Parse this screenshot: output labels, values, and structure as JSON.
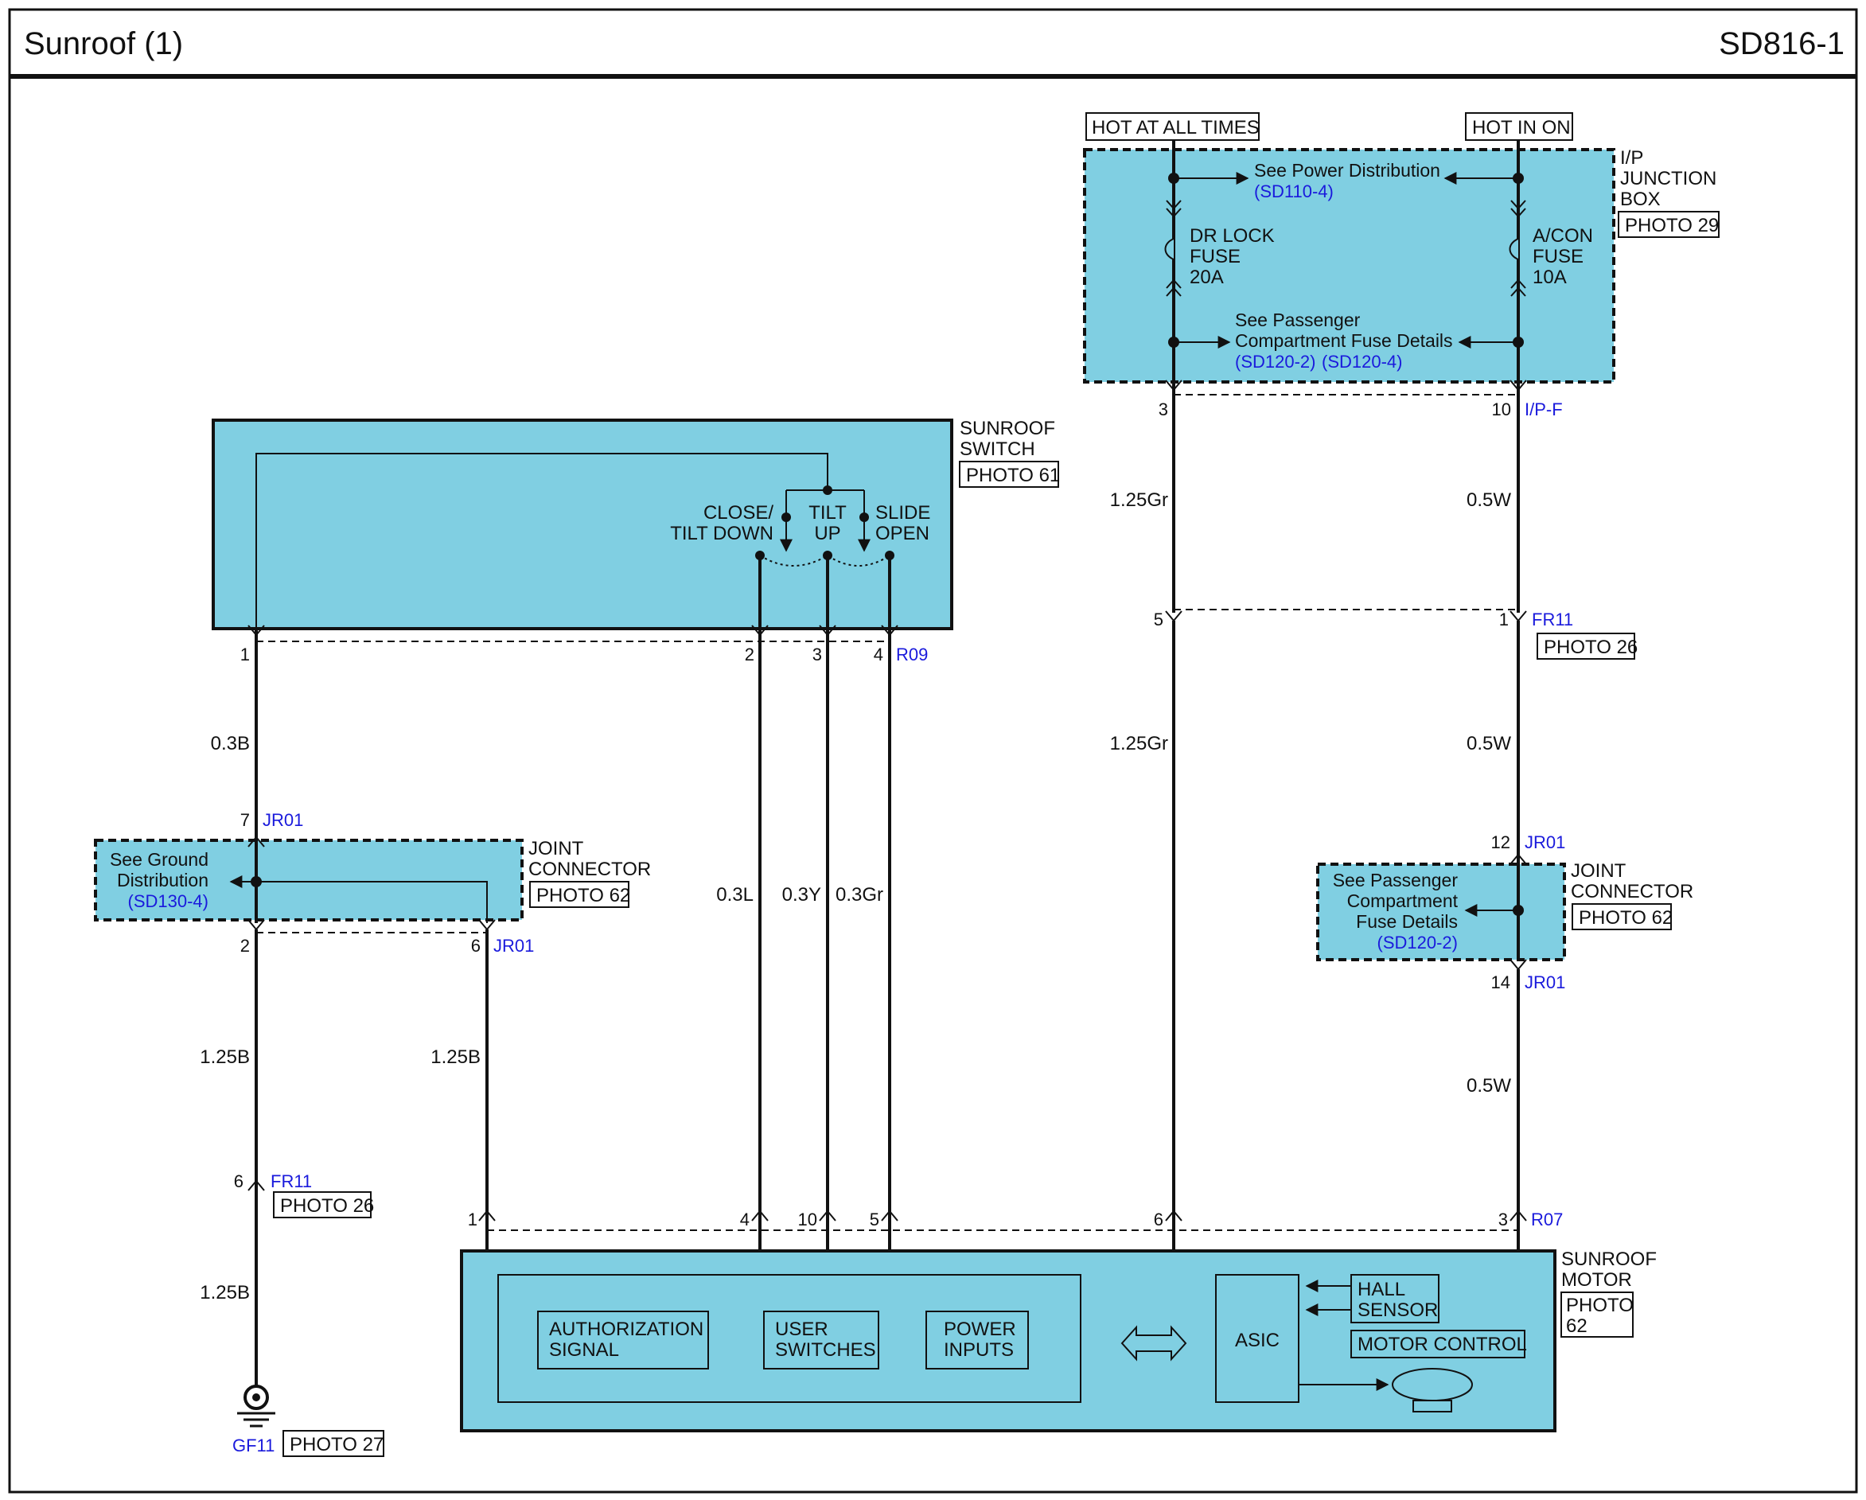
{
  "header": {
    "title": "Sunroof (1)",
    "code": "SD816-1"
  },
  "power": {
    "hot_at_all_times": "HOT AT ALL TIMES",
    "hot_in_on": "HOT IN ON",
    "junction_box": {
      "line1": "I/P",
      "line2": "JUNCTION",
      "line3": "BOX",
      "photo": "PHOTO 29"
    },
    "see_power_distribution": "See Power Distribution",
    "sd110_4": "(SD110-4)",
    "dr_lock_fuse": {
      "line1": "DR LOCK",
      "line2": "FUSE",
      "line3": "20A"
    },
    "acon_fuse": {
      "line1": "A/CON",
      "line2": "FUSE",
      "line3": "10A"
    },
    "see_passenger_1": "See Passenger",
    "see_passenger_2": "Compartment Fuse Details",
    "sd120_2": "(SD120-2)",
    "sd120_4": "(SD120-4)"
  },
  "switch": {
    "name1": "SUNROOF",
    "name2": "SWITCH",
    "photo": "PHOTO 61",
    "close1": "CLOSE/",
    "close2": "TILT DOWN",
    "tilt1": "TILT",
    "tilt2": "UP",
    "slide1": "SLIDE",
    "slide2": "OPEN",
    "connector": "R09"
  },
  "joint_left": {
    "see1": "See Ground",
    "see2": "Distribution",
    "ref": "(SD130-4)",
    "name1": "JOINT",
    "name2": "CONNECTOR",
    "photo": "PHOTO 62",
    "pin_top": "7",
    "pin_bl": "2",
    "pin_br": "6",
    "conn": "JR01"
  },
  "joint_right": {
    "see1": "See Passenger",
    "see2": "Compartment",
    "see3": "Fuse Details",
    "ref": "(SD120-2)",
    "name1": "JOINT",
    "name2": "CONNECTOR",
    "photo": "PHOTO 62",
    "pin_top": "12",
    "pin_bottom": "14",
    "conn": "JR01"
  },
  "connectors": {
    "ipf": "I/P-F",
    "fr11": "FR11",
    "fr11_photo": "PHOTO 26",
    "r07": "R07",
    "gf11": "GF11",
    "gf11_photo": "PHOTO 27"
  },
  "pins": {
    "ip_3": "3",
    "ip_10": "10",
    "fr_5": "5",
    "fr_1": "1",
    "sw_1": "1",
    "sw_2": "2",
    "sw_3": "3",
    "sw_4": "4",
    "gnd_6": "6",
    "m_1": "1",
    "m_4": "4",
    "m_10": "10",
    "m_5": "5",
    "m_6": "6",
    "m_3": "3"
  },
  "wires": {
    "w_125gr_a": "1.25Gr",
    "w_05w_a": "0.5W",
    "w_125gr_b": "1.25Gr",
    "w_05w_b": "0.5W",
    "w_03b": "0.3B",
    "w_03l": "0.3L",
    "w_03y": "0.3Y",
    "w_03gr": "0.3Gr",
    "w_125b_a": "1.25B",
    "w_125b_b": "1.25B",
    "w_125b_c": "1.25B",
    "w_05w_c": "0.5W"
  },
  "motor": {
    "name1": "SUNROOF",
    "name2": "MOTOR",
    "photo1": "PHOTO",
    "photo2": "62",
    "auth1": "AUTHORIZATION",
    "auth2": "SIGNAL",
    "user1": "USER",
    "user2": "SWITCHES",
    "power1": "POWER",
    "power2": "INPUTS",
    "asic": "ASIC",
    "hall1": "HALL",
    "hall2": "SENSOR",
    "motor_control": "MOTOR CONTROL"
  }
}
